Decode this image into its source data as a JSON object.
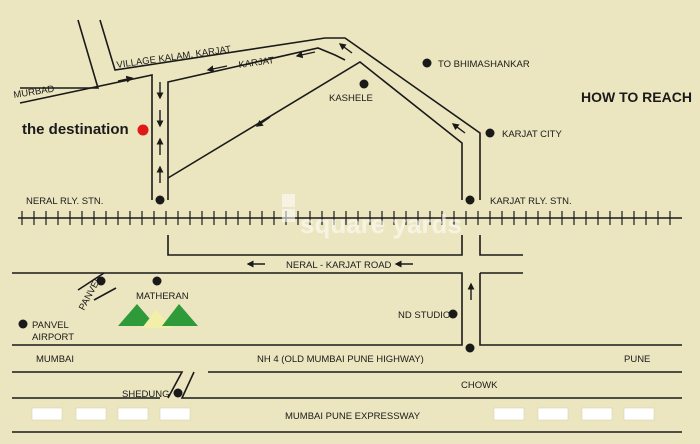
{
  "map": {
    "background": "#ece6c0",
    "road_color": "#1a1a1a",
    "destination_color": "#e01818",
    "mountain_colors": [
      "#2f9a3a",
      "#f2f0a8"
    ],
    "title": "HOW TO REACH",
    "watermark": "square yards",
    "destination_label": "the destination",
    "labels": {
      "village_kalam": "VILLAGE KALAM, KARJAT",
      "karjat_road": "KARJAT",
      "murbad": "MURBAD",
      "bhimashankar": "TO BHIMASHANKAR",
      "kashele": "KASHELE",
      "karjat_city": "KARJAT CITY",
      "neral_stn": "NERAL RLY. STN.",
      "karjat_stn": "KARJAT RLY. STN.",
      "neral_karjat_road": "NERAL - KARJAT ROAD",
      "panvel_road": "PANVEL",
      "matheran": "MATHERAN",
      "nd_studio": "ND STUDIO",
      "panvel_airport_1": "PANVEL",
      "panvel_airport_2": "AIRPORT",
      "mumbai": "MUMBAI",
      "nh4": "NH 4 (OLD MUMBAI PUNE HIGHWAY)",
      "pune": "PUNE",
      "shedung": "SHEDUNG",
      "chowk": "CHOWK",
      "expressway": "MUMBAI PUNE EXPRESSWAY"
    }
  }
}
